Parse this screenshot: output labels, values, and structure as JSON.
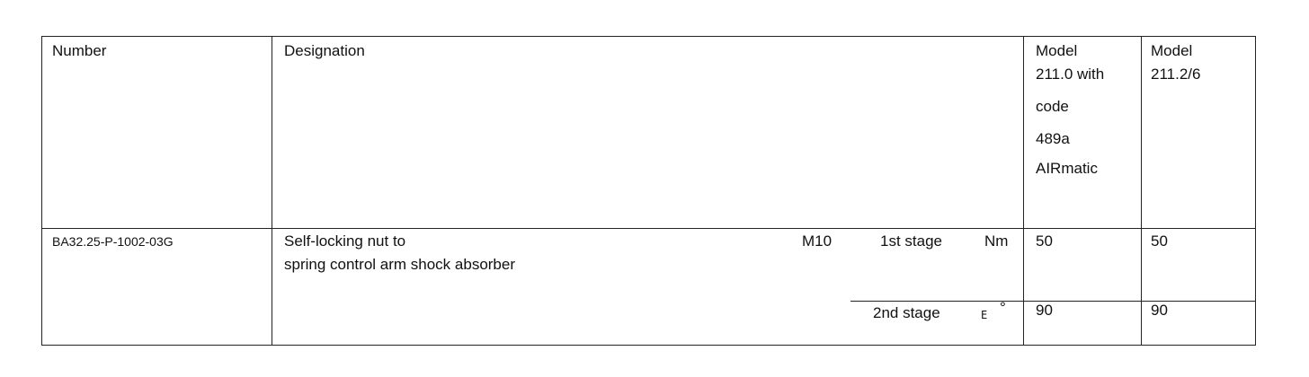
{
  "header": {
    "number": "Number",
    "designation": "Designation",
    "model1": [
      "Model",
      "211.0 with",
      "code",
      "489a",
      "AIRmatic"
    ],
    "model2": [
      "Model",
      "211.2/6"
    ]
  },
  "row": {
    "number": "BA32.25-P-1002-03G",
    "designation_line1": "Self-locking nut to",
    "designation_line2": "spring control arm shock absorber",
    "size": "M10",
    "stage1": {
      "label": "1st stage",
      "unit": "Nm",
      "model1": "50",
      "model2": "50"
    },
    "stage2": {
      "label": "2nd stage",
      "unit_symbol": "E",
      "unit": "°",
      "model1": "90",
      "model2": "90"
    }
  }
}
